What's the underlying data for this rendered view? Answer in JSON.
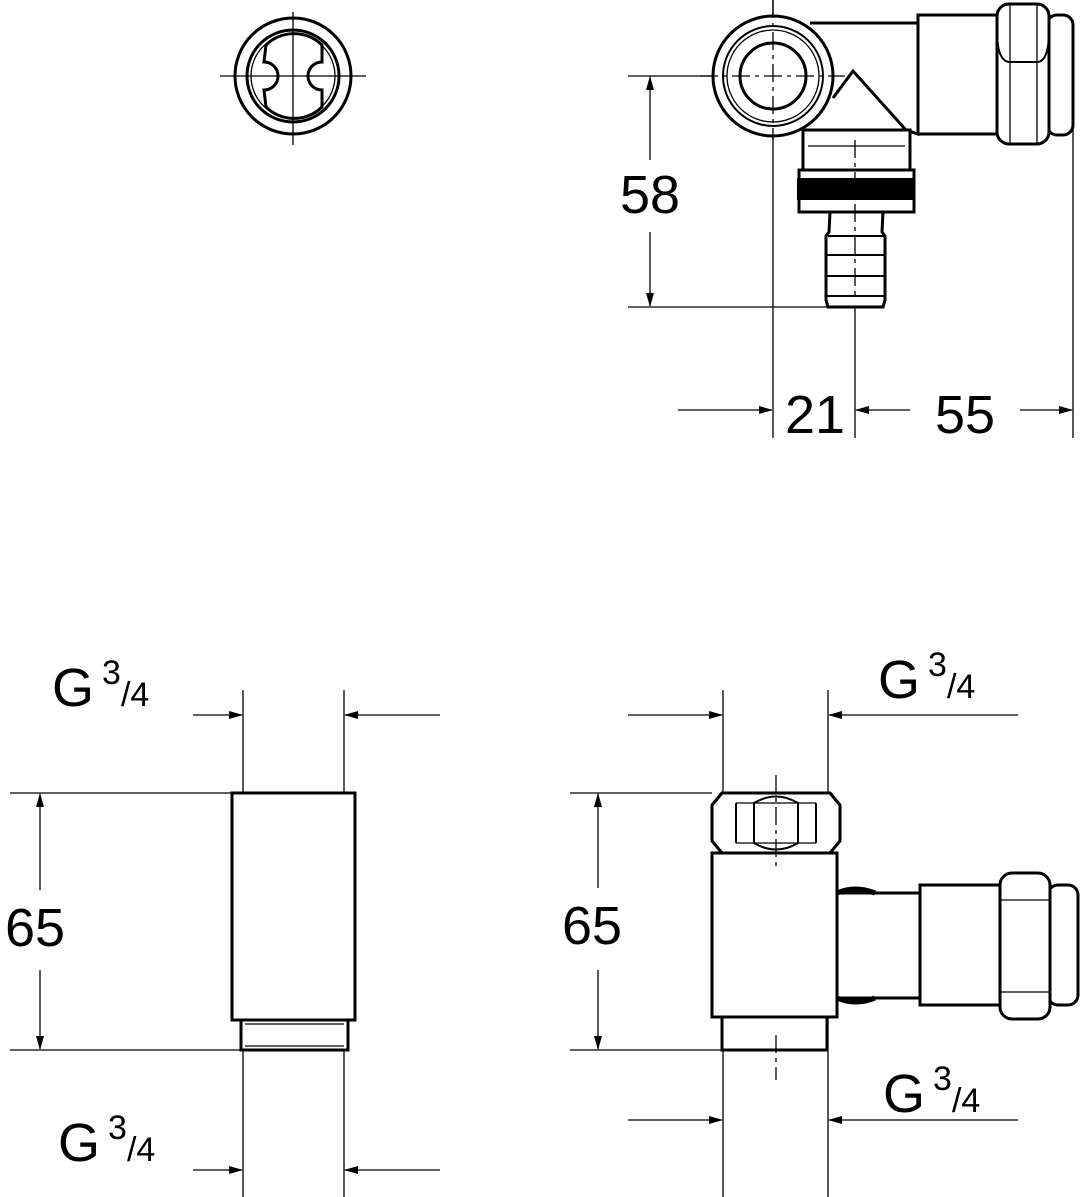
{
  "dimensions": {
    "top_height": "58",
    "top_offset": "21",
    "top_depth": "55",
    "left_height": "65",
    "right_height": "65"
  },
  "threads": {
    "left_top": {
      "main": "G",
      "num": "3",
      "den": "/4"
    },
    "left_bottom": {
      "main": "G",
      "num": "3",
      "den": "/4"
    },
    "right_top": {
      "main": "G",
      "num": "3",
      "den": "/4"
    },
    "right_bottom": {
      "main": "G",
      "num": "3",
      "den": "/4"
    }
  },
  "colors": {
    "line": "#000000",
    "background": "#ffffff"
  }
}
